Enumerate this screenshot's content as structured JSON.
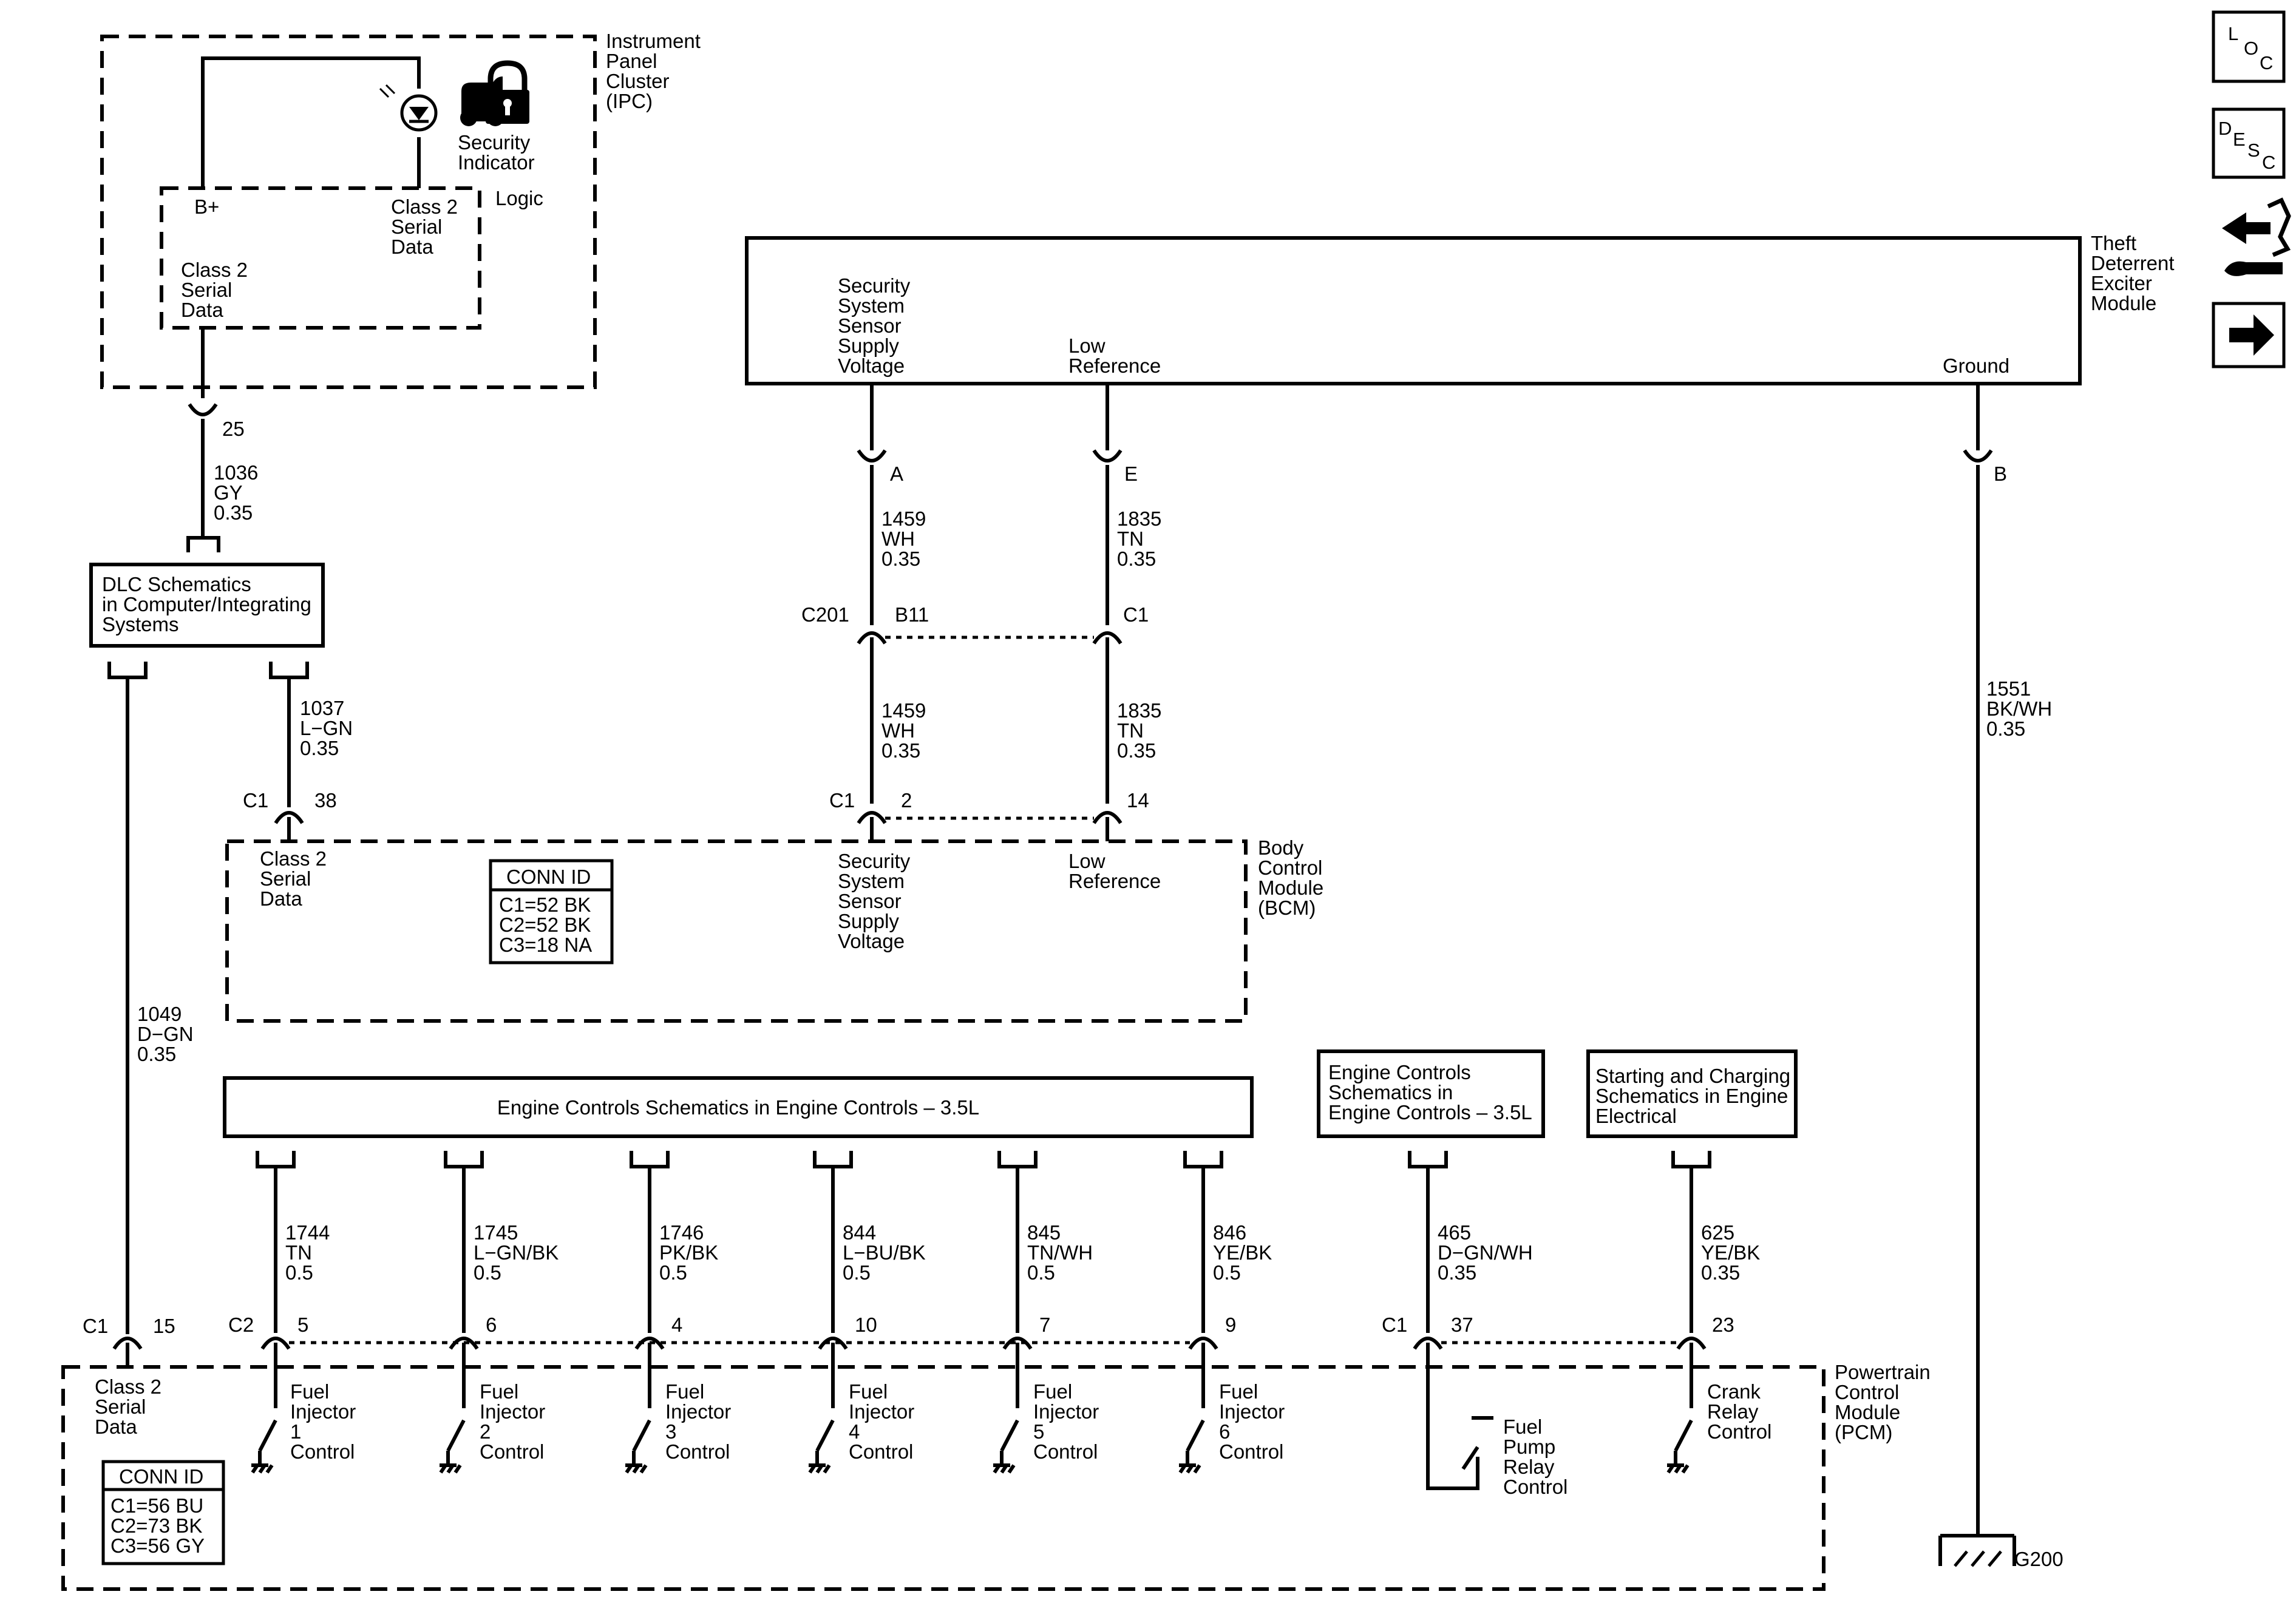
{
  "ipc": {
    "title": [
      "Instrument",
      "Panel",
      "Cluster",
      "(IPC)"
    ],
    "indicator_label": [
      "Security",
      "Indicator"
    ],
    "logic": "Logic",
    "bplus": "B+",
    "class2_right": [
      "Class 2",
      "Serial",
      "Data"
    ],
    "class2_left": [
      "Class 2",
      "Serial",
      "Data"
    ],
    "pin": "25"
  },
  "dlc": {
    "label": [
      "DLC Schematics",
      "in Computer/Integrating",
      "Systems"
    ]
  },
  "tdem": {
    "title": [
      "Theft",
      "Deterrent",
      "Exciter",
      "Module"
    ],
    "supply": [
      "Security",
      "System",
      "Sensor",
      "Supply",
      "Voltage"
    ],
    "lowref": [
      "Low",
      "Reference"
    ],
    "ground": "Ground",
    "pin_a": "A",
    "pin_e": "E",
    "pin_b": "B"
  },
  "wires": {
    "w1036": [
      "1036",
      "GY",
      "0.35"
    ],
    "w1037": [
      "1037",
      "L−GN",
      "0.35"
    ],
    "w1049": [
      "1049",
      "D−GN",
      "0.35"
    ],
    "w1459a": [
      "1459",
      "WH",
      "0.35"
    ],
    "w1459b": [
      "1459",
      "WH",
      "0.35"
    ],
    "w1835a": [
      "1835",
      "TN",
      "0.35"
    ],
    "w1835b": [
      "1835",
      "TN",
      "0.35"
    ],
    "w1551": [
      "1551",
      "BK/WH",
      "0.35"
    ],
    "w1744": [
      "1744",
      "TN",
      "0.5"
    ],
    "w1745": [
      "1745",
      "L−GN/BK",
      "0.5"
    ],
    "w1746": [
      "1746",
      "PK/BK",
      "0.5"
    ],
    "w844": [
      "844",
      "L−BU/BK",
      "0.5"
    ],
    "w845": [
      "845",
      "TN/WH",
      "0.5"
    ],
    "w846": [
      "846",
      "YE/BK",
      "0.5"
    ],
    "w465": [
      "465",
      "D−GN/WH",
      "0.35"
    ],
    "w625": [
      "625",
      "YE/BK",
      "0.35"
    ]
  },
  "inline": {
    "c201": "C201",
    "b11": "B11",
    "c1": "C1"
  },
  "bcm": {
    "title": [
      "Body",
      "Control",
      "Module",
      "(BCM)"
    ],
    "class2": [
      "Class 2",
      "Serial",
      "Data"
    ],
    "supply": [
      "Security",
      "System",
      "Sensor",
      "Supply",
      "Voltage"
    ],
    "lowref": [
      "Low",
      "Reference"
    ],
    "conn_c1": "C1",
    "pin38": "38",
    "conn_c1b": "C1",
    "pin2": "2",
    "pin14": "14",
    "conn_id": {
      "header": "CONN ID",
      "rows": [
        "C1=52 BK",
        "C2=52 BK",
        "C3=18 NA"
      ]
    }
  },
  "engine": {
    "bar": "Engine Controls Schematics in Engine Controls – 3.5L",
    "box2": [
      "Engine Controls",
      "Schematics in",
      "Engine Controls – 3.5L"
    ],
    "box3": [
      "Starting and Charging",
      "Schematics in Engine",
      "Electrical"
    ]
  },
  "pcm": {
    "title": [
      "Powertrain",
      "Control",
      "Module",
      "(PCM)"
    ],
    "class2": [
      "Class 2",
      "Serial",
      "Data"
    ],
    "conn_c1": "C1",
    "pin15": "15",
    "conn_c2": "C2",
    "pins": [
      "5",
      "6",
      "4",
      "10",
      "7",
      "9"
    ],
    "conn_c1b": "C1",
    "pin37": "37",
    "pin23": "23",
    "inj1": [
      "Fuel",
      "Injector",
      "1",
      "Control"
    ],
    "inj2": [
      "Fuel",
      "Injector",
      "2",
      "Control"
    ],
    "inj3": [
      "Fuel",
      "Injector",
      "3",
      "Control"
    ],
    "inj4": [
      "Fuel",
      "Injector",
      "4",
      "Control"
    ],
    "inj5": [
      "Fuel",
      "Injector",
      "5",
      "Control"
    ],
    "inj6": [
      "Fuel",
      "Injector",
      "6",
      "Control"
    ],
    "fuelpump": [
      "Fuel",
      "Pump",
      "Relay",
      "Control"
    ],
    "crank": [
      "Crank",
      "Relay",
      "Control"
    ],
    "conn_id": {
      "header": "CONN ID",
      "rows": [
        "C1=56 BU",
        "C2=73 BK",
        "C3=56 GY"
      ]
    }
  },
  "ground_label": "G200",
  "nav": {
    "loc": [
      "L",
      "O",
      "C"
    ],
    "desc": [
      "D",
      "E",
      "S",
      "C"
    ]
  }
}
